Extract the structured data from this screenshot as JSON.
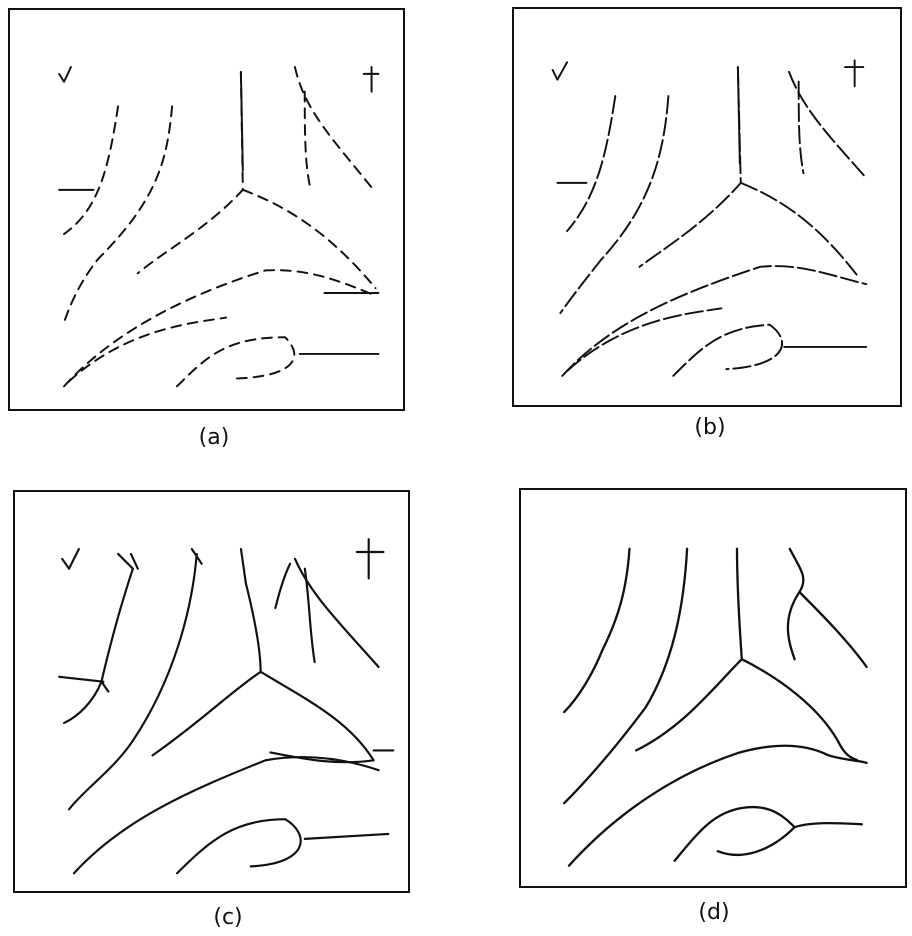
{
  "figure": {
    "panels": [
      {
        "id": "a",
        "label": "(a)",
        "style": "short-dashed fragments"
      },
      {
        "id": "b",
        "label": "(b)",
        "style": "longer dashed fragments, partially linked"
      },
      {
        "id": "c",
        "label": "(c)",
        "style": "linked segments with spurs"
      },
      {
        "id": "d",
        "label": "(d)",
        "style": "smooth continuous curves"
      }
    ],
    "stroke_color": "#111111",
    "background": "#ffffff"
  }
}
